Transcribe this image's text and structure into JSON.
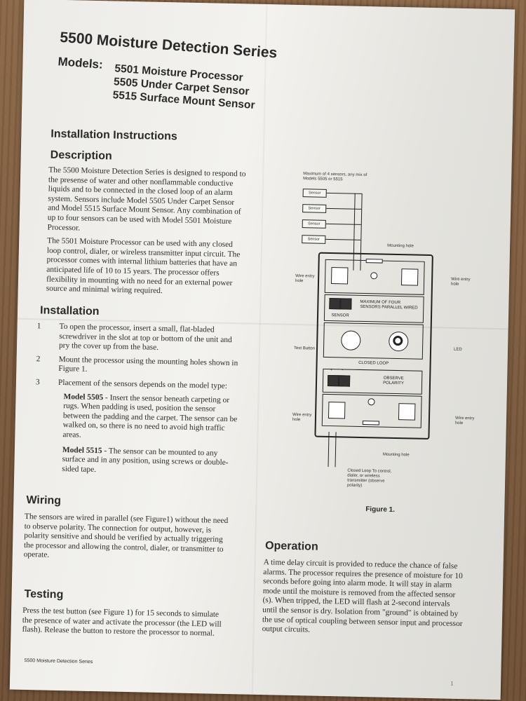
{
  "header": {
    "series_title": "5500 Moisture Detection Series",
    "models_label": "Models:",
    "models": [
      "5501 Moisture Processor",
      "5505 Under Carpet Sensor",
      "5515 Surface Mount Sensor"
    ],
    "instructions_title": "Installation Instructions"
  },
  "description": {
    "heading": "Description",
    "p1": "The 5500 Moisture Detection Series is designed to respond to the presense of water and other nonflammable conductive liquids and to be connected in the closed loop of an alarm system. Sensors include Model 5505 Under Carpet Sensor and Model 5515 Surface Mount Sensor. Any combination of up to four sensors can be used with Model 5501 Moisture Processor.",
    "p2": "The 5501 Moisture Processor can be used with any closed loop control, dialer, or wireless transmitter input circuit. The processor comes with internal lithium batteries that have an anticipated life of 10 to 15 years. The processor offers flexibility in mounting with no need for an external power source and minimal wiring required."
  },
  "installation": {
    "heading": "Installation",
    "steps": [
      {
        "num": "1",
        "text": "To open the processor, insert a small, flat-bladed screwdriver in the slot at top or bottom of the unit and pry the cover up from the base."
      },
      {
        "num": "2",
        "text": "Mount the processor using the mounting holes shown in Figure 1."
      },
      {
        "num": "3",
        "text": "Placement of the sensors depends on the model type:"
      }
    ],
    "model_5505_label": "Model 5505",
    "model_5505_text": " - Insert the sensor beneath carpeting or rugs. When padding is used, position the sensor between the padding and the carpet. The sensor can be walked on, so there is no need to avoid high traffic areas.",
    "model_5515_label": "Model 5515",
    "model_5515_text": " - The sensor can be mounted to any surface and in any position, using screws or double-sided tape."
  },
  "wiring": {
    "heading": "Wiring",
    "text": "The sensors are wired in parallel (see Figure1) without the need to observe polarity. The connection for output, however, is polarity sensitive and should be verified by actually triggering the processor and allowing the control, dialer, or transmitter to operate."
  },
  "testing": {
    "heading": "Testing",
    "text": "Press the test button (see Figure 1) for 15 seconds to simulate the presence of water and activate the processor (the LED will flash). Release the button to restore the processor to normal."
  },
  "operation": {
    "heading": "Operation",
    "text": "A time delay circuit is provided to reduce the chance of false alarms. The processor requires the presence of moisture for 10 seconds before going into alarm mode. It will stay in alarm mode until the moisture is removed from the affected sensor (s). When tripped, the LED will flash at 2-second intervals until the sensor is dry. Isolation from \"ground\" is obtained by the use of optical coupling between sensor input and processor output circuits."
  },
  "figure": {
    "max_sensors_note": "Maximum of 4 sensors, any mix of Models 5505 or 5515",
    "sensor_label": "Sensor",
    "mounting_hole_top": "Mounting hole",
    "wire_entry_hole": "Wire entry hole",
    "sensor_terminal_label": "SENSOR",
    "max_parallel": "MAXIMUM OF FOUR SENSORS PARALLEL WIRED",
    "test_button": "Test Button",
    "led": "LED",
    "closed_loop": "CLOSED LOOP",
    "plus": "+",
    "minus": "-",
    "observe_polarity": "OBSERVE POLARITY",
    "mounting_hole_bottom": "Mounting hole",
    "closed_loop_note": "Closed Loop To control, dialer, or wireless transmitter (observe polarity)",
    "caption": "Figure 1."
  },
  "footer": {
    "series": "5500 Moisture Detection Series",
    "page": "1"
  }
}
